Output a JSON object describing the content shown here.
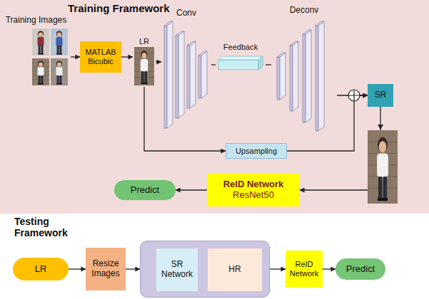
{
  "diagram": {
    "nodes": [
      {
        "text": [
          "Training Framework"
        ]
      },
      {
        "text": [
          "Training Images"
        ],
        "in": 0
      },
      {
        "text": [
          "MATLAB Bicubic"
        ],
        "in": 0
      },
      {
        "text": [
          "LR"
        ],
        "in": 0
      },
      {
        "text": [
          "Conv"
        ],
        "in": 0
      },
      {
        "text": [
          "Feedback"
        ],
        "in": 0
      },
      {
        "text": [
          "Deconv"
        ],
        "in": 0
      },
      {
        "text": [
          "Upsampling"
        ],
        "in": 0
      },
      {
        "text": [
          "SR"
        ],
        "in": 0
      },
      {
        "text": [
          "ReID Network",
          "ResNet50"
        ],
        "in": 0
      },
      {
        "text": [
          "Predict"
        ],
        "in": 0
      },
      {
        "text": [
          "LR"
        ]
      },
      {
        "text": [
          "Resize Images"
        ]
      },
      {
        "text": []
      },
      {
        "text": [
          "SR Network"
        ],
        "in": 13
      },
      {
        "text": [
          "HR"
        ],
        "in": 13
      },
      {
        "text": [
          "ReID Network"
        ]
      },
      {
        "text": [
          "Predict"
        ]
      }
    ],
    "edges": [
      {
        "from": 1,
        "to": 2,
        "arrow": "to"
      },
      {
        "from": 2,
        "to": 3,
        "arrow": "to"
      },
      {
        "from": 3,
        "to": 4,
        "arrow": "to"
      },
      {
        "from": 4,
        "to": 5,
        "arrow": "none"
      },
      {
        "from": 5,
        "to": 6,
        "arrow": "none"
      },
      {
        "from": 6,
        "to": 8,
        "arrow": "to"
      },
      {
        "from": 3,
        "to": 7,
        "arrow": "to"
      },
      {
        "from": 7,
        "to": 8,
        "arrow": "to"
      },
      {
        "from": 8,
        "to": 9,
        "arrow": "to"
      },
      {
        "from": 9,
        "to": 10,
        "arrow": "to"
      },
      {
        "from": 11,
        "to": 12,
        "arrow": "to"
      },
      {
        "from": 12,
        "to": 13,
        "arrow": "to"
      },
      {
        "from": 14,
        "to": 15,
        "arrow": "to"
      },
      {
        "from": 13,
        "to": 16,
        "arrow": "to"
      },
      {
        "from": 16,
        "to": 17,
        "arrow": "to"
      }
    ],
    "labels": [
      "Testing Framework"
    ]
  }
}
